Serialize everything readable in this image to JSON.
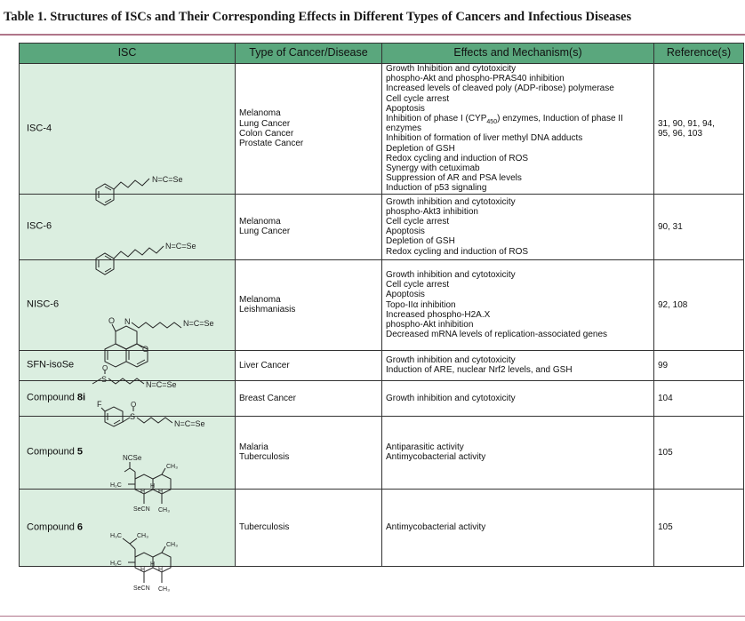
{
  "caption": "Table 1. Structures of ISCs and Their Corresponding Effects in Different Types of Cancers and Infectious Diseases",
  "table": {
    "headers": [
      "ISC",
      "Type of Cancer/Disease",
      "Effects and Mechanism(s)",
      "Reference(s)"
    ],
    "rows": [
      {
        "isc": "ISC-4",
        "diseases": [
          "Melanoma",
          "Lung Cancer",
          "Colon Cancer",
          "Prostate Cancer"
        ],
        "effects": [
          "Growth Inhibition and cytotoxicity",
          "phospho-Akt and phospho-PRAS40 inhibition",
          "Increased levels of cleaved poly (ADP-ribose) polymerase",
          "Cell cycle arrest",
          "Apoptosis",
          "Inhibition of phase I (CYP450) enzymes, Induction of phase II",
          "enzymes",
          "Inhibition of formation of liver methyl DNA adducts",
          "Depletion of GSH",
          "Redox cycling and induction of ROS",
          "Synergy with cetuximab",
          "Suppression of AR and PSA levels",
          "Induction of p53 signaling"
        ],
        "refs": [
          "31, 90, 91, 94,",
          "95, 96, 103"
        ],
        "struct_label": "N=C=Se"
      },
      {
        "isc": "ISC-6",
        "diseases": [
          "Melanoma",
          "Lung Cancer"
        ],
        "effects": [
          "Growth inhibition and cytotoxicity",
          "phospho-Akt3 inhibition",
          "Cell cycle arrest",
          "Apoptosis",
          "Depletion of GSH",
          "Redox cycling and induction of ROS"
        ],
        "refs": [
          "90, 31"
        ],
        "struct_label": "N=C=Se"
      },
      {
        "isc": "NISC-6",
        "diseases": [
          "Melanoma",
          "Leishmaniasis"
        ],
        "effects": [
          "Growth inhibition and cytotoxicity",
          "Cell cycle arrest",
          "Apoptosis",
          "Topo-IIα inhibition",
          "Increased phospho-H2A.X",
          "phospho-Akt inhibition",
          "Decreased mRNA levels of replication-associated genes"
        ],
        "refs": [
          "92, 108"
        ],
        "struct_label": "N=C=Se"
      },
      {
        "isc": "SFN-isoSe",
        "diseases": [
          "Liver Cancer"
        ],
        "effects": [
          "Growth inhibition and cytotoxicity",
          "Induction of ARE, nuclear Nrf2 levels, and GSH"
        ],
        "refs": [
          "99"
        ],
        "struct_label": "N=C=Se"
      },
      {
        "isc_prefix": "Compound ",
        "isc_bold": "8i",
        "diseases": [
          "Breast Cancer"
        ],
        "effects": [
          "Growth inhibition and cytotoxicity"
        ],
        "refs": [
          "104"
        ],
        "struct_label": "N=C=Se"
      },
      {
        "isc_prefix": "Compound ",
        "isc_bold": "5",
        "diseases": [
          "Malaria",
          "Tuberculosis"
        ],
        "effects": [
          "Antiparasitic activity",
          "Antimycobacterial activity"
        ],
        "refs": [
          "105"
        ],
        "struct_label": "NCSe"
      },
      {
        "isc_prefix": "Compound ",
        "isc_bold": "6",
        "diseases": [
          "Tuberculosis"
        ],
        "effects": [
          "Antimycobacterial activity"
        ],
        "refs": [
          "105"
        ],
        "struct_label": "SeCN"
      }
    ]
  }
}
